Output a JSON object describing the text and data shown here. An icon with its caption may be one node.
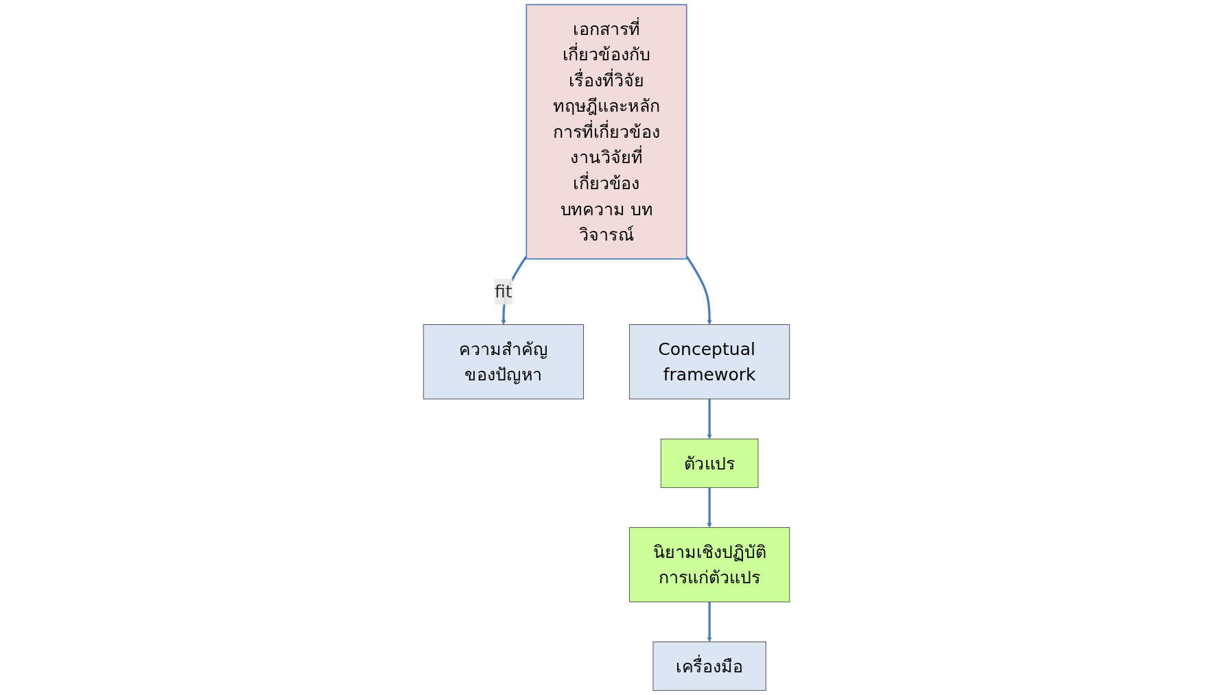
{
  "diagram": {
    "nodes": [
      {
        "text": [
          "เอกสารที่เกี่ยวข้องกับเรื่องที่วิจัย",
          "ทฤษฎีและหลักการที่เกี่ยวข้อง",
          "งานวิจัยที่เกี่ยวข้อง",
          "บทความ บทวิจารณ์"
        ]
      },
      {
        "text": [
          "ความสำคัญของปัญหา"
        ]
      },
      {
        "text": [
          "Conceptual framework"
        ]
      },
      {
        "text": [
          "ตัวแปร"
        ]
      },
      {
        "text": [
          "นิยามเชิงปฏิบัติการแก่ตัวแปร"
        ]
      },
      {
        "text": [
          "เครื่องมือ"
        ]
      }
    ],
    "edges": [
      {
        "from": 0,
        "to": 1,
        "arrow": "to",
        "label": "fit"
      },
      {
        "from": 0,
        "to": 2,
        "arrow": "to"
      },
      {
        "from": 2,
        "to": 3,
        "arrow": "to"
      },
      {
        "from": 3,
        "to": 4,
        "arrow": "to"
      },
      {
        "from": 4,
        "to": 5,
        "arrow": "to"
      }
    ]
  }
}
